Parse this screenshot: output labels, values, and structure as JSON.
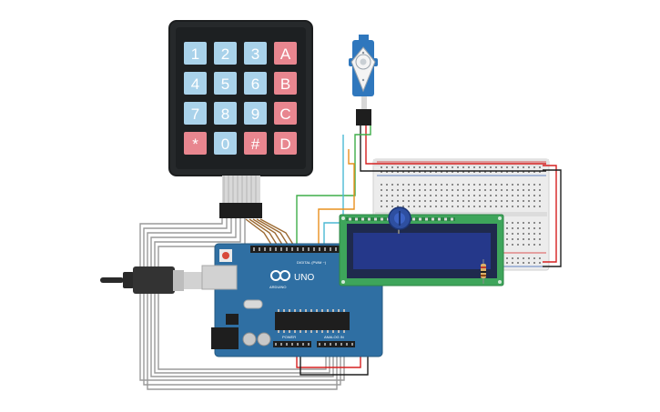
{
  "keypad": {
    "rows": [
      [
        "1",
        "2",
        "3",
        "A"
      ],
      [
        "4",
        "5",
        "6",
        "B"
      ],
      [
        "7",
        "8",
        "9",
        "C"
      ],
      [
        "*",
        "0",
        "#",
        "D"
      ]
    ],
    "colors": {
      "digit": "#a9d2ea",
      "letter": "#e8868f",
      "body": "#26292b"
    }
  },
  "arduino": {
    "model_label": "UNO",
    "brand_label": "ARDUINO",
    "digital_header_label": "DIGITAL (PWM ~)",
    "power_header_label": "POWER",
    "analog_header_label": "ANALOG IN",
    "board_color": "#2f6fa3"
  },
  "lcd": {
    "board_color": "#3ea55b",
    "screen_color": "#25388a"
  },
  "wire_colors": {
    "gray": "#9a9a9a",
    "red": "#d62020",
    "black": "#1e1e1e",
    "green": "#3fae49",
    "cyan": "#4bb9d4",
    "orange": "#e9901e",
    "brown": "#9c6a32"
  }
}
